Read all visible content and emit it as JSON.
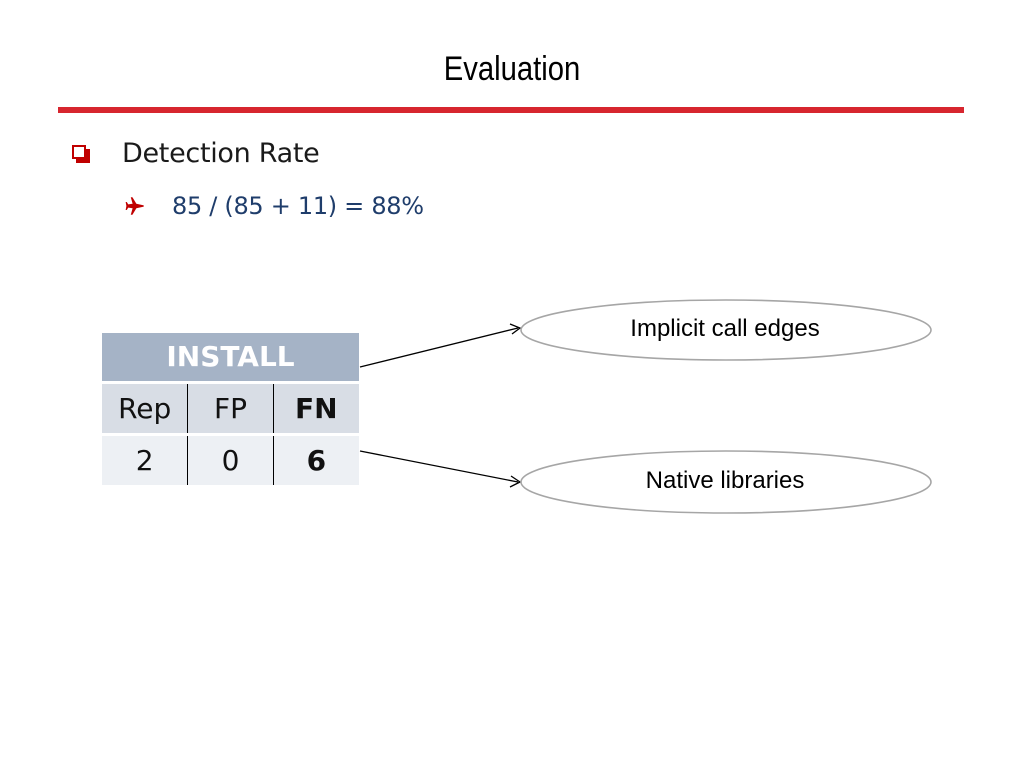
{
  "slide": {
    "title": "Evaluation",
    "accent_color": "#d7262f"
  },
  "bullets": {
    "level1": {
      "icon": "checkbox-square-icon",
      "text": "Detection Rate"
    },
    "level2": {
      "icon": "airplane-icon",
      "text": "85 / (85 + 11) = 88%"
    }
  },
  "table": {
    "header": "INSTALL",
    "columns": [
      "Rep",
      "FP",
      "FN"
    ],
    "rows": [
      [
        "2",
        "0",
        "6"
      ]
    ],
    "header_color": "#a5b3c6"
  },
  "callouts": {
    "top": "Implicit call edges",
    "bottom": "Native libraries"
  }
}
